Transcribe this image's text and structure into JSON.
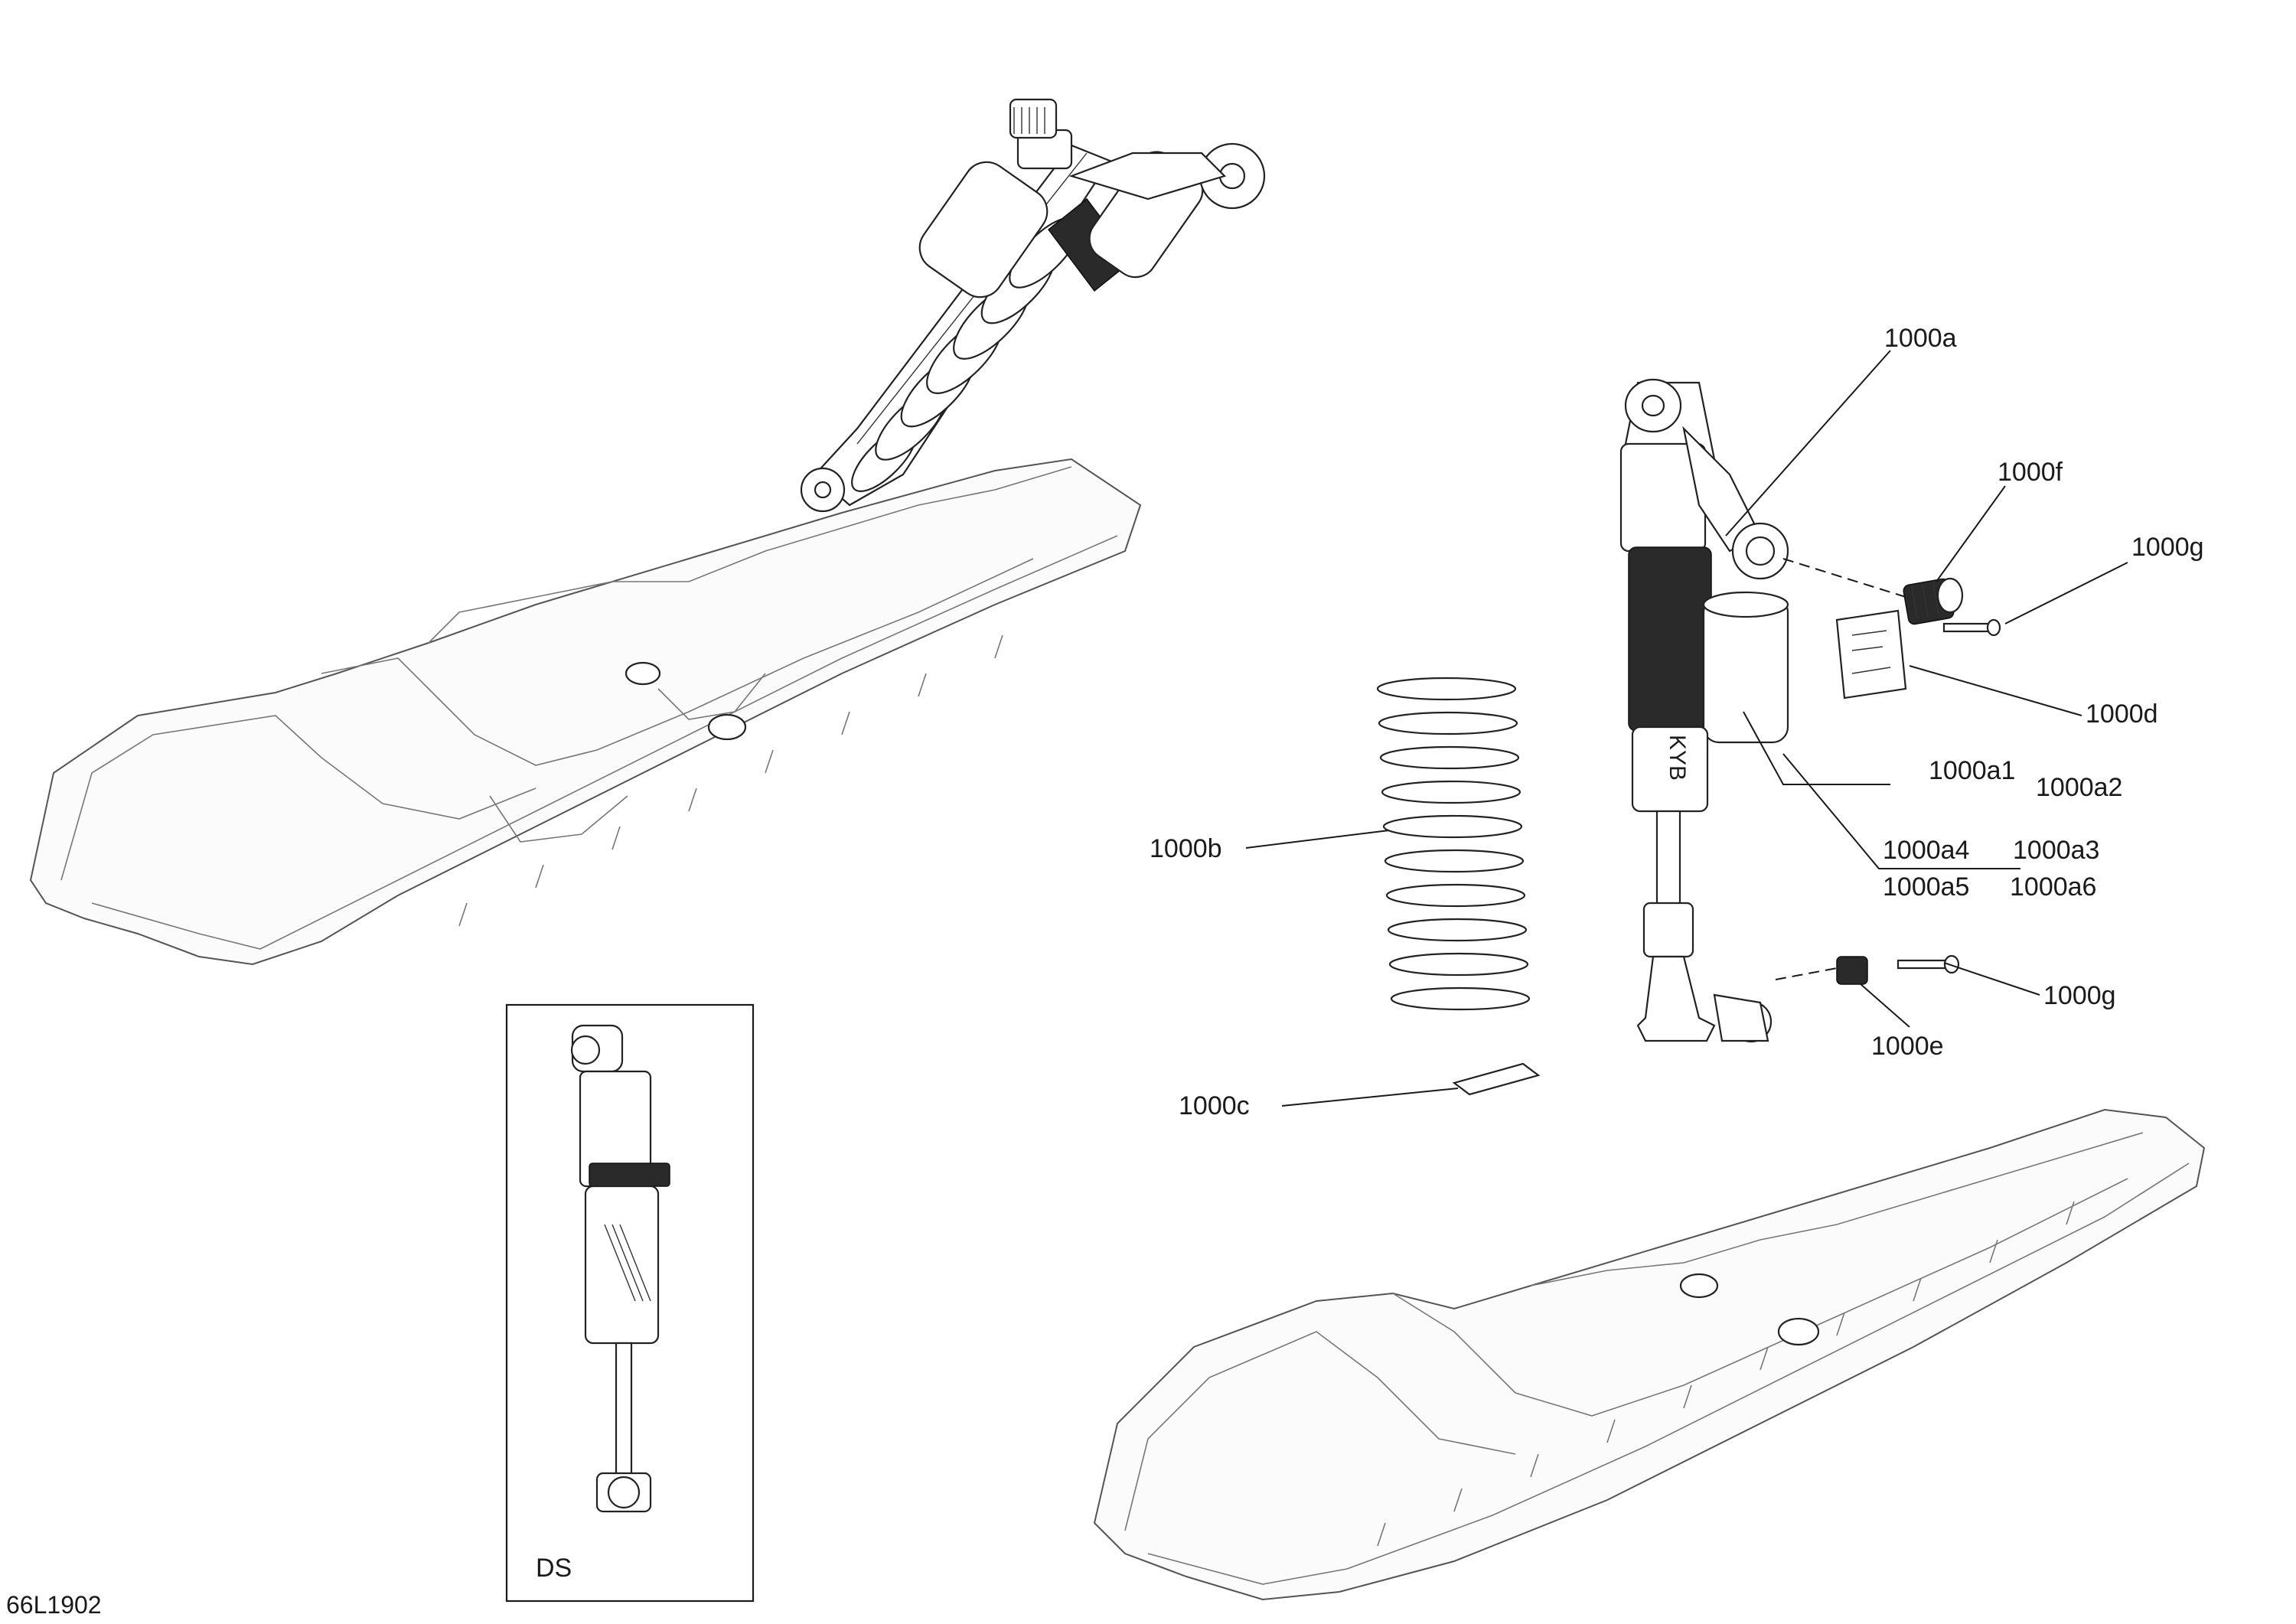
{
  "figure_id": "66L1902",
  "inset_label": "DS",
  "callouts": {
    "c_1000a": "1000a",
    "c_1000f": "1000f",
    "c_1000g_top": "1000g",
    "c_1000d": "1000d",
    "c_1000a1": "1000a1",
    "c_1000a2": "1000a2",
    "c_1000a4": "1000a4",
    "c_1000a3": "1000a3",
    "c_1000a5": "1000a5",
    "c_1000a6": "1000a6",
    "c_1000b": "1000b",
    "c_1000g_bottom": "1000g",
    "c_1000e": "1000e",
    "c_1000c": "1000c"
  },
  "decal_text": {
    "shock_brand": "KYB"
  }
}
